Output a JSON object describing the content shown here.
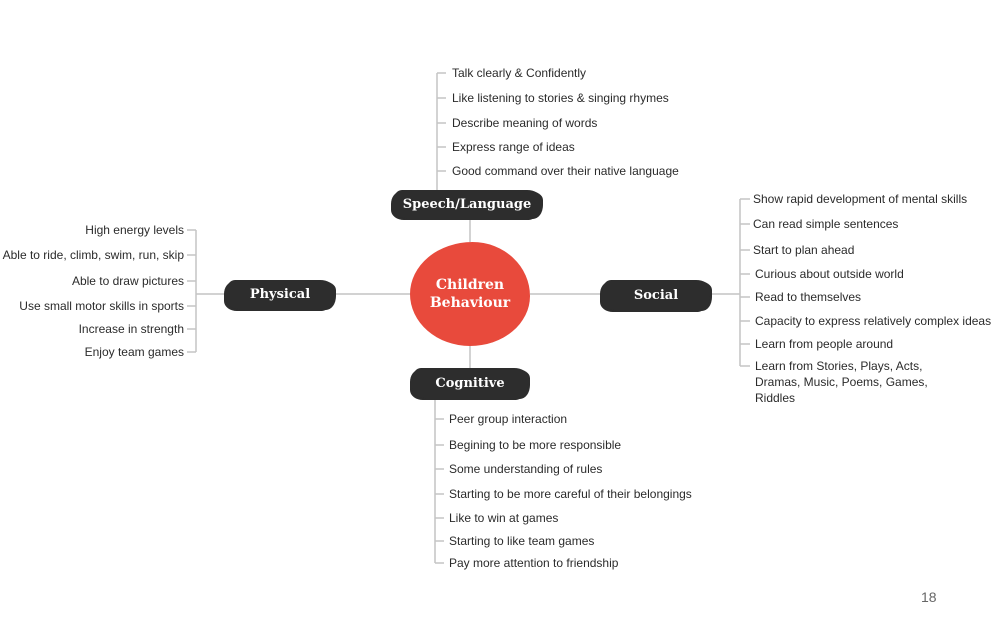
{
  "center": {
    "line1": "Children",
    "line2": "Behaviour"
  },
  "branches": {
    "speech": {
      "label": "Speech/Language",
      "items": [
        "Talk clearly & Confidently",
        "Like listening to stories & singing rhymes",
        "Describe meaning of words",
        "Express range of ideas",
        "Good command over their native language"
      ]
    },
    "physical": {
      "label": "Physical",
      "items": [
        "High energy levels",
        "Able to ride, climb, swim, run, skip",
        "Able to draw pictures",
        "Use small motor skills in sports",
        "Increase in strength",
        "Enjoy team games"
      ]
    },
    "social": {
      "label": "Social",
      "items": [
        "Show rapid development of mental skills",
        "Can read simple sentences",
        "Start to plan ahead",
        "Curious about outside world",
        "Read to themselves",
        "Capacity to express relatively complex ideas",
        "Learn from people around",
        "Learn from Stories, Plays, Acts, Dramas, Music, Poems, Games, Riddles"
      ]
    },
    "cognitive": {
      "label": "Cognitive",
      "items": [
        "Peer group interaction",
        "Begining to be more responsible",
        "Some understanding of rules",
        "Starting to be more careful of their belongings",
        "Like to win at games",
        "Starting to like team games",
        "Pay more attention to friendship"
      ]
    }
  },
  "page_number": "18",
  "colors": {
    "center": "#e84a3c",
    "badge": "#2d2d2d",
    "connector": "#c4c4c4"
  }
}
